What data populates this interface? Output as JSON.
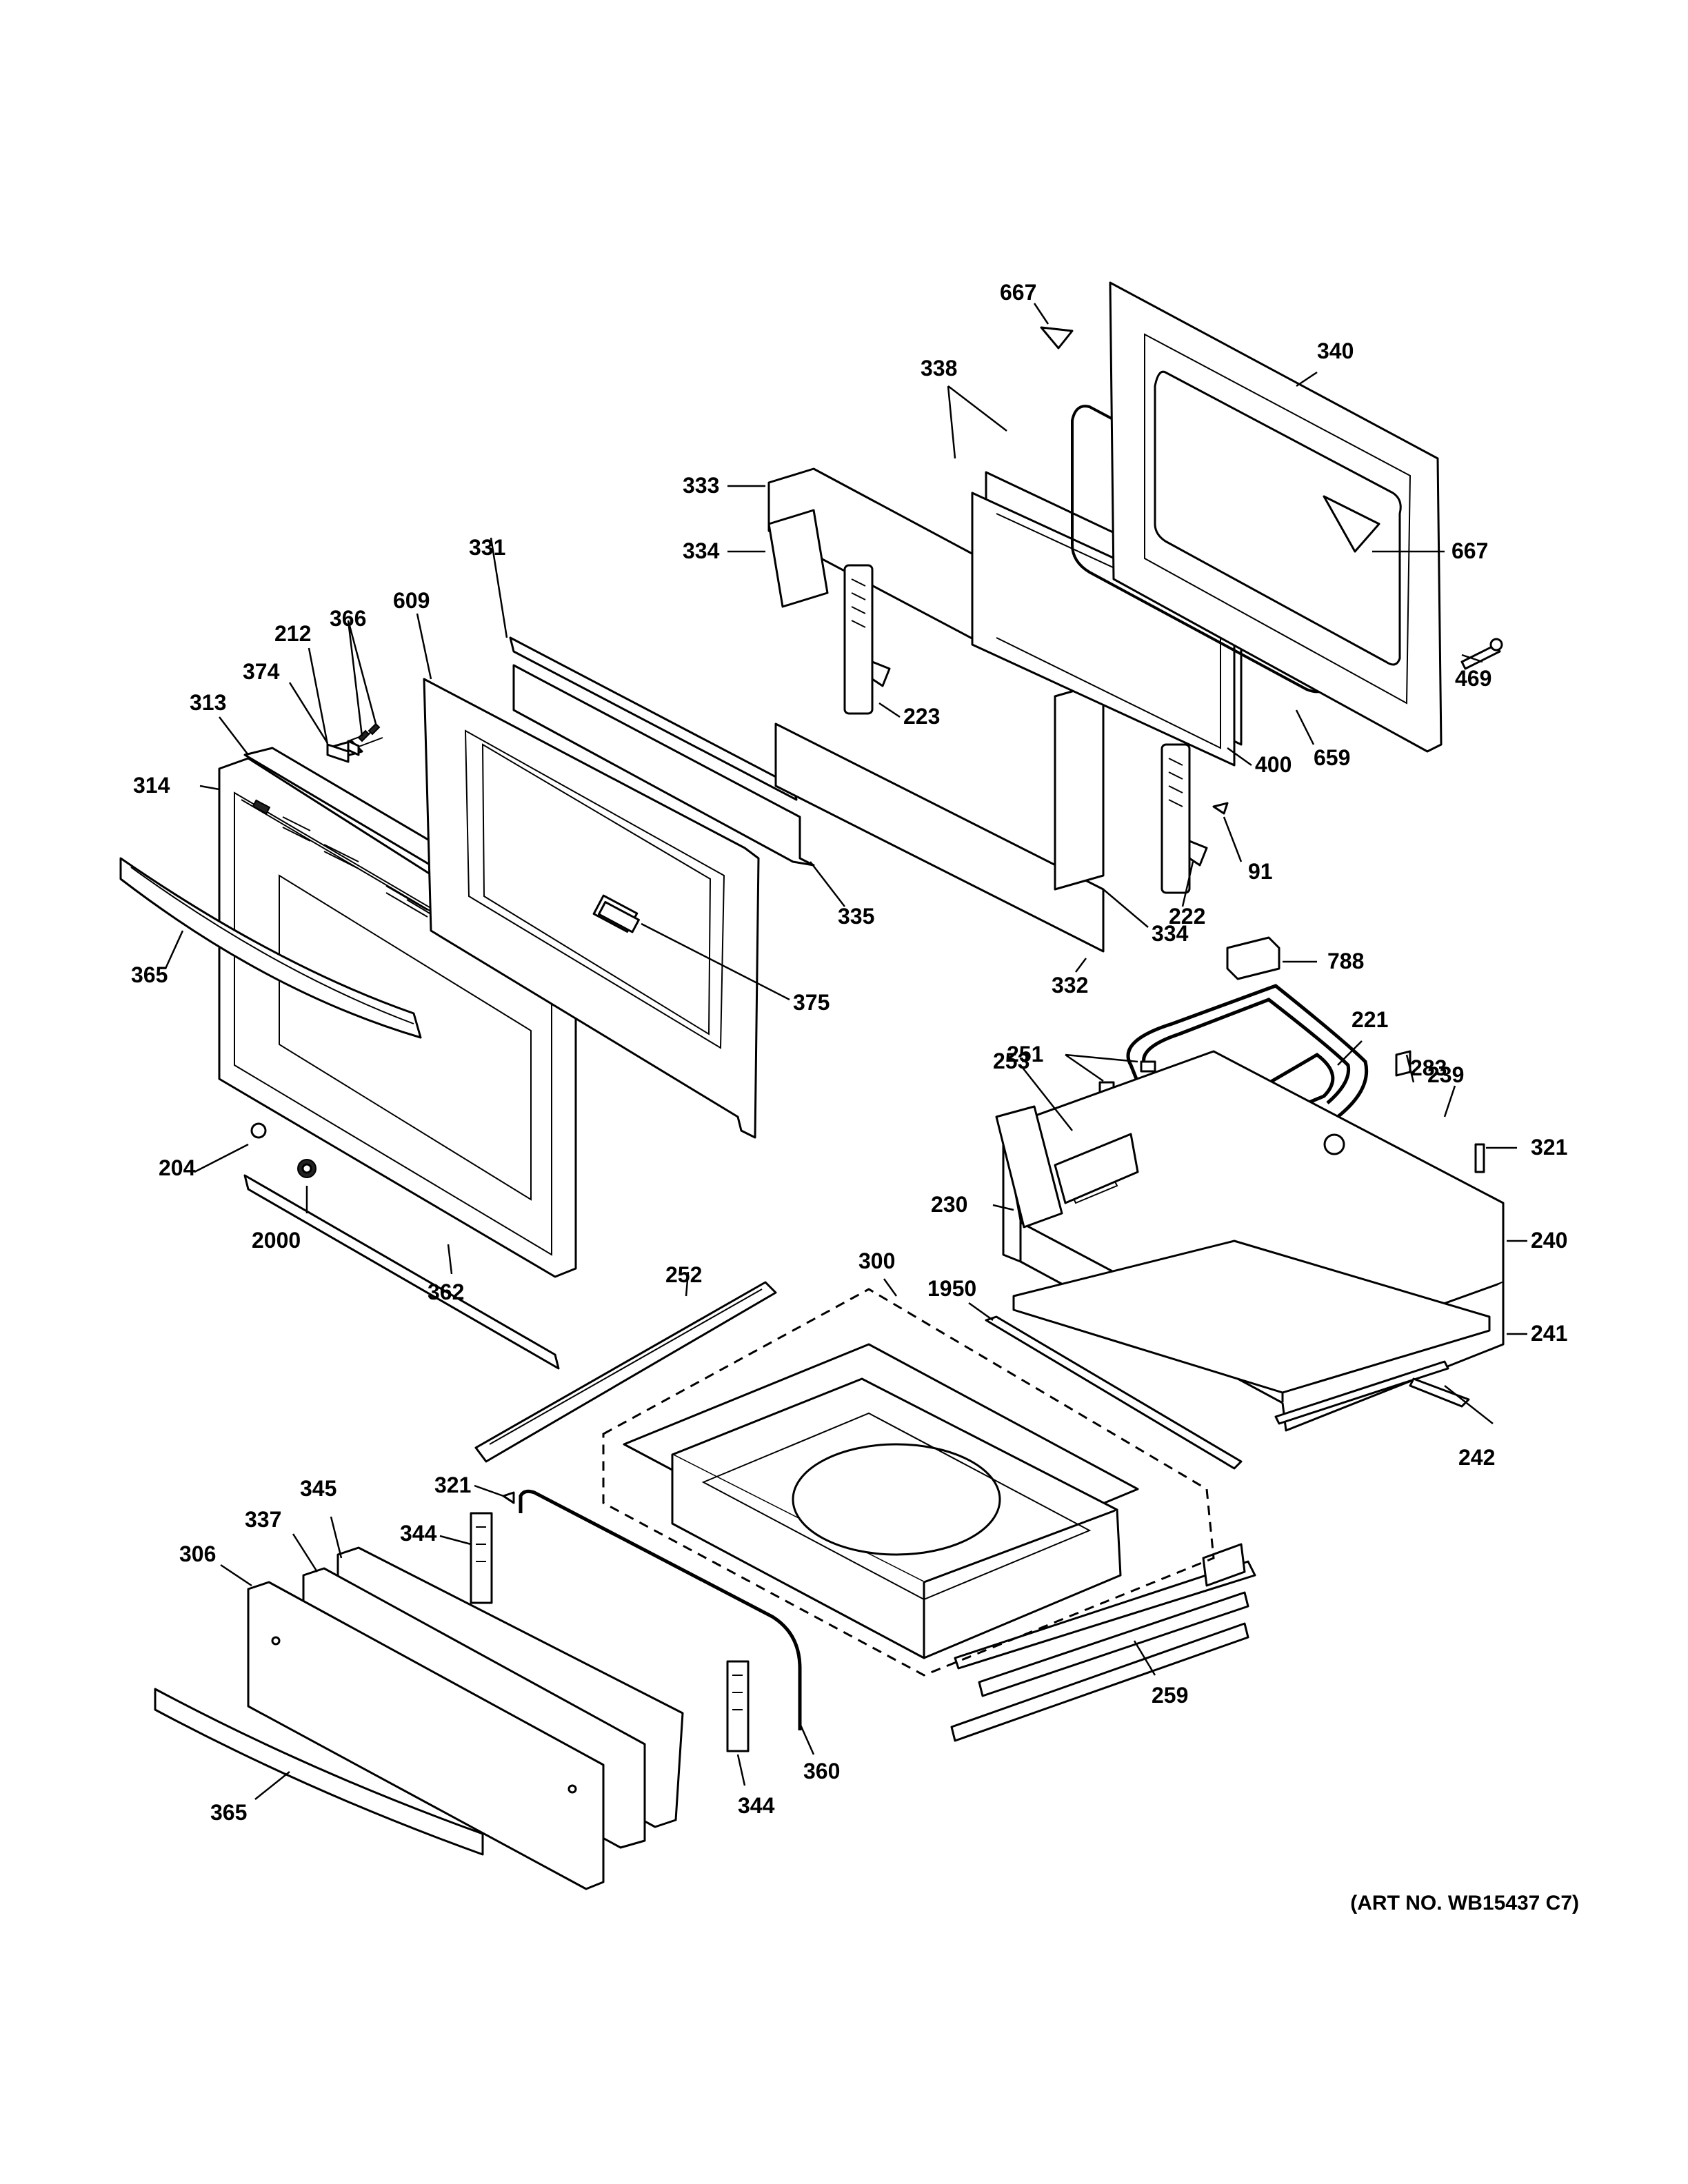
{
  "callouts": [
    "667",
    "340",
    "338",
    "333",
    "334",
    "667",
    "469",
    "331",
    "223",
    "659",
    "400",
    "212",
    "366",
    "374",
    "609",
    "313",
    "314",
    "91",
    "335",
    "222",
    "334",
    "365",
    "375",
    "332",
    "788",
    "251",
    "221",
    "283",
    "239",
    "253",
    "321",
    "204",
    "230",
    "240",
    "2000",
    "362",
    "252",
    "300",
    "1950",
    "241",
    "242",
    "321",
    "345",
    "337",
    "344",
    "306",
    "259",
    "360",
    "344",
    "365"
  ],
  "art_number": "(ART NO. WB15437 C7)"
}
